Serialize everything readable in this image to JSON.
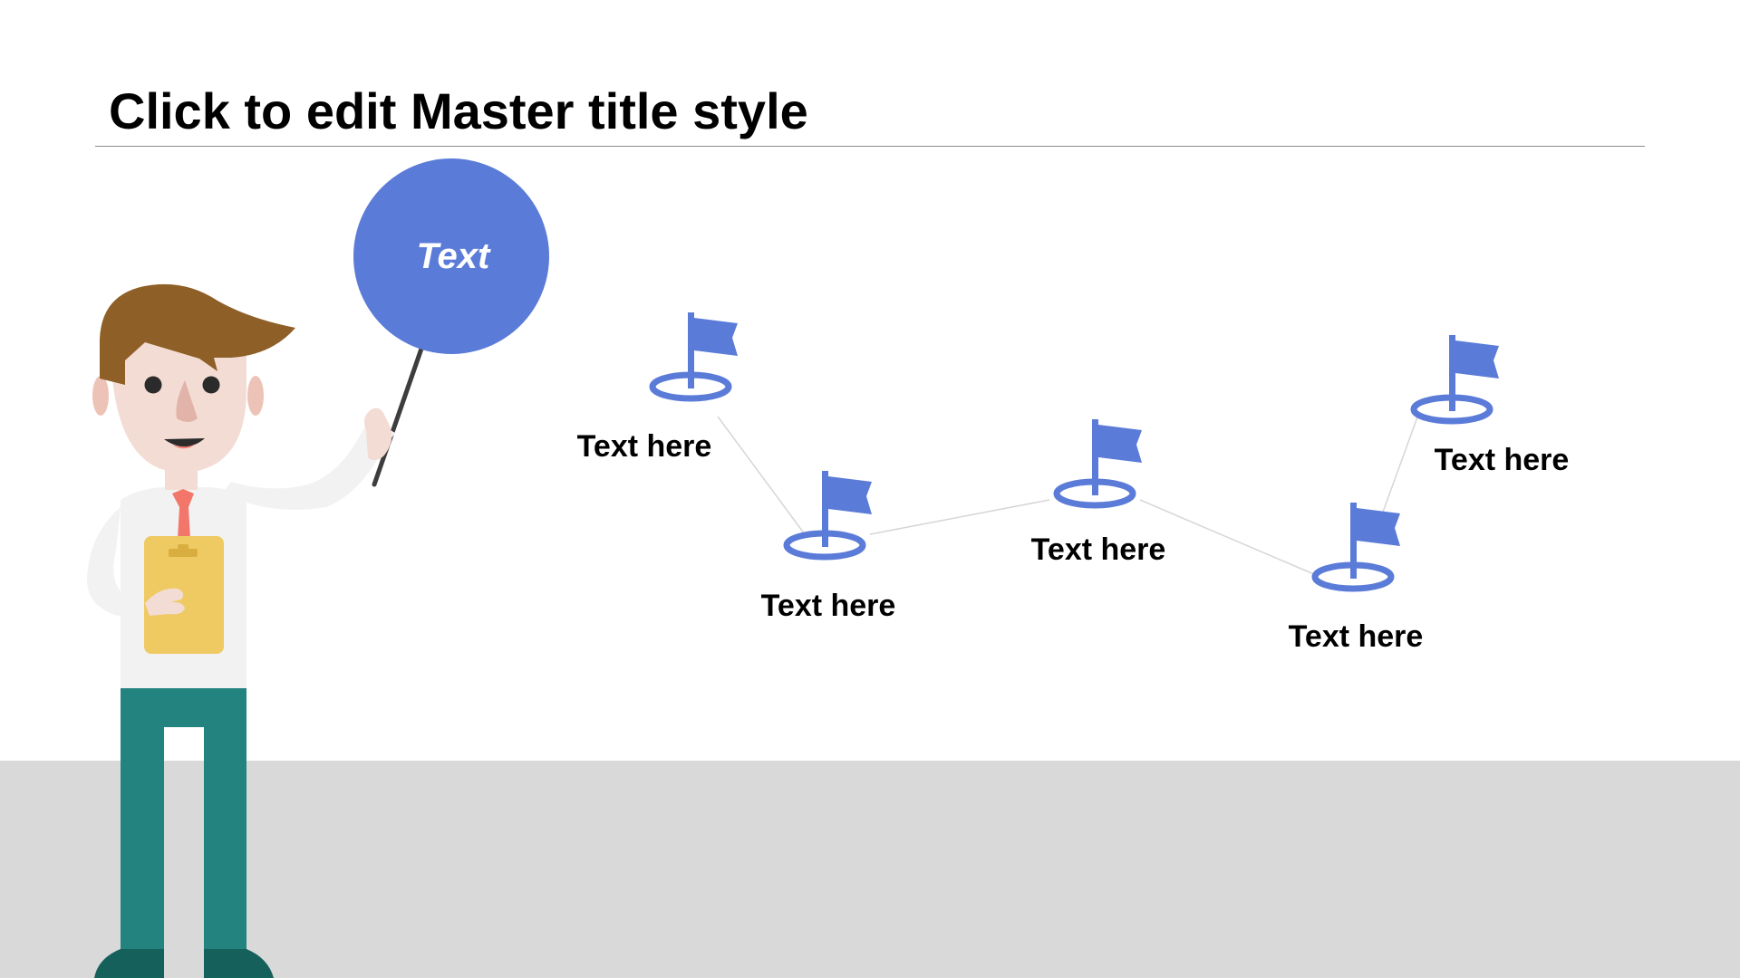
{
  "slide": {
    "title": "Click to edit Master title style",
    "balloon_text": "Text"
  },
  "milestones": [
    {
      "label": "Text here"
    },
    {
      "label": "Text here"
    },
    {
      "label": "Text here"
    },
    {
      "label": "Text here"
    },
    {
      "label": "Text here"
    }
  ],
  "colors": {
    "accent_blue": "#5b7bd8",
    "floor_gray": "#d9d9d9",
    "hair_brown": "#8e5f27",
    "skin": "#f3dcd3",
    "pants_teal": "#23847f",
    "shoes_dark_teal": "#16605c",
    "clipboard_yellow": "#efc962",
    "tie_coral": "#f2776a",
    "shirt_white": "#f2f2f2"
  },
  "icons": [
    "flag-pin-icon",
    "presenter-illustration",
    "balloon-sign-icon"
  ]
}
